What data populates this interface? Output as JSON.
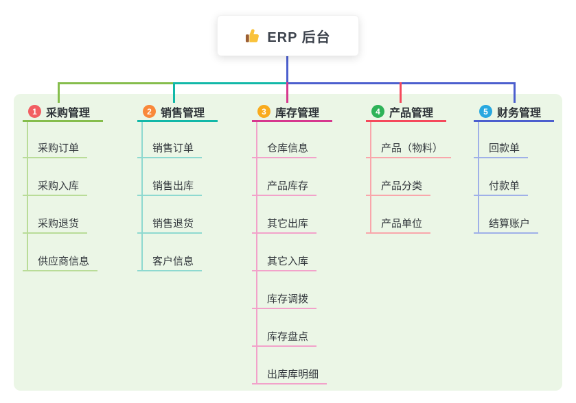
{
  "root": {
    "label": "ERP 后台",
    "icon": "thumbs-up-icon"
  },
  "colors": {
    "canvas_background": "#ebf6e6",
    "root_card_background": "#ffffff",
    "connector_blue": "#4c5fce"
  },
  "branches": [
    {
      "index": "1",
      "label": "采购管理",
      "badge_color": "#f25e62",
      "line_color": "#85bd4c",
      "child_line_color": "#b9dc98",
      "children": [
        "采购订单",
        "采购入库",
        "采购退货",
        "供应商信息"
      ]
    },
    {
      "index": "2",
      "label": "销售管理",
      "badge_color": "#f9883a",
      "line_color": "#12b8a8",
      "child_line_color": "#8ed9d0",
      "children": [
        "销售订单",
        "销售出库",
        "销售退货",
        "客户信息"
      ]
    },
    {
      "index": "3",
      "label": "库存管理",
      "badge_color": "#f9ab1d",
      "line_color": "#d6388e",
      "child_line_color": "#f2a2ca",
      "children": [
        "仓库信息",
        "产品库存",
        "其它出库",
        "其它入库",
        "库存调拨",
        "库存盘点",
        "出库库明细"
      ]
    },
    {
      "index": "4",
      "label": "产品管理",
      "badge_color": "#2eb358",
      "line_color": "#f5495c",
      "child_line_color": "#f9a6ab",
      "children": [
        "产品（物料）",
        "产品分类",
        "产品单位"
      ]
    },
    {
      "index": "5",
      "label": "财务管理",
      "badge_color": "#28a8e0",
      "line_color": "#4c5fce",
      "child_line_color": "#9fb0e8",
      "children": [
        "回款单",
        "付款单",
        "结算账户"
      ]
    }
  ]
}
